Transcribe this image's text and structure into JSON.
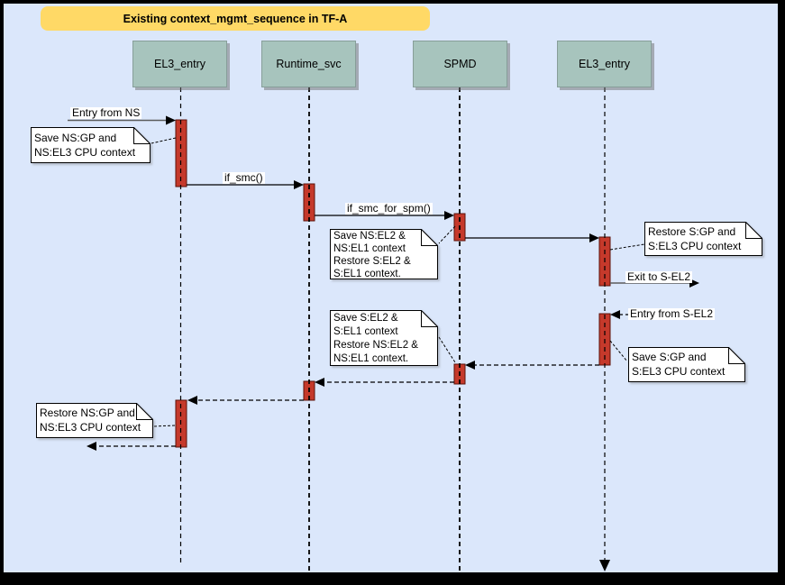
{
  "diagram": {
    "title": "Existing context_mgmt_sequence in TF-A",
    "colors": {
      "background": "#dbe7fb",
      "title_bg": "#ffd966",
      "lifeline_header_bg": "#a7c4bd",
      "lifeline_header_border": "#879e99",
      "activation_fill": "#c5392b",
      "activation_stroke": "#5b120a",
      "line_gray": "#5c5c5c"
    },
    "lifelines": [
      {
        "label": "EL3_entry"
      },
      {
        "label": "Runtime_svc"
      },
      {
        "label": "SPMD"
      },
      {
        "label": "EL3_entry"
      }
    ],
    "messages": [
      {
        "label": "Entry from NS",
        "kind": "solid"
      },
      {
        "label": "if_smc()",
        "kind": "solid"
      },
      {
        "label": "if_smc_for_spm()",
        "kind": "solid"
      },
      {
        "label": "",
        "kind": "solid"
      },
      {
        "label": "Exit to S-EL2",
        "kind": "solid"
      },
      {
        "label": "Entry from S-EL2",
        "kind": "dashed"
      },
      {
        "label": "",
        "kind": "dashed"
      },
      {
        "label": "",
        "kind": "dashed"
      },
      {
        "label": "",
        "kind": "dashed"
      },
      {
        "label": "",
        "kind": "dashed"
      }
    ],
    "notes": [
      {
        "text": "Save NS:GP and\nNS:EL3 CPU context"
      },
      {
        "text": "Save NS:EL2 &\nNS:EL1 context\nRestore S:EL2 &\nS:EL1 context."
      },
      {
        "text": "Restore S:GP and\nS:EL3 CPU context"
      },
      {
        "text": "Save S:GP and\nS:EL3 CPU context"
      },
      {
        "text": "Save S:EL2 &\nS:EL1 context\nRestore NS:EL2 &\nNS:EL1 context."
      },
      {
        "text": "Restore NS:GP and\nNS:EL3 CPU context"
      }
    ]
  }
}
